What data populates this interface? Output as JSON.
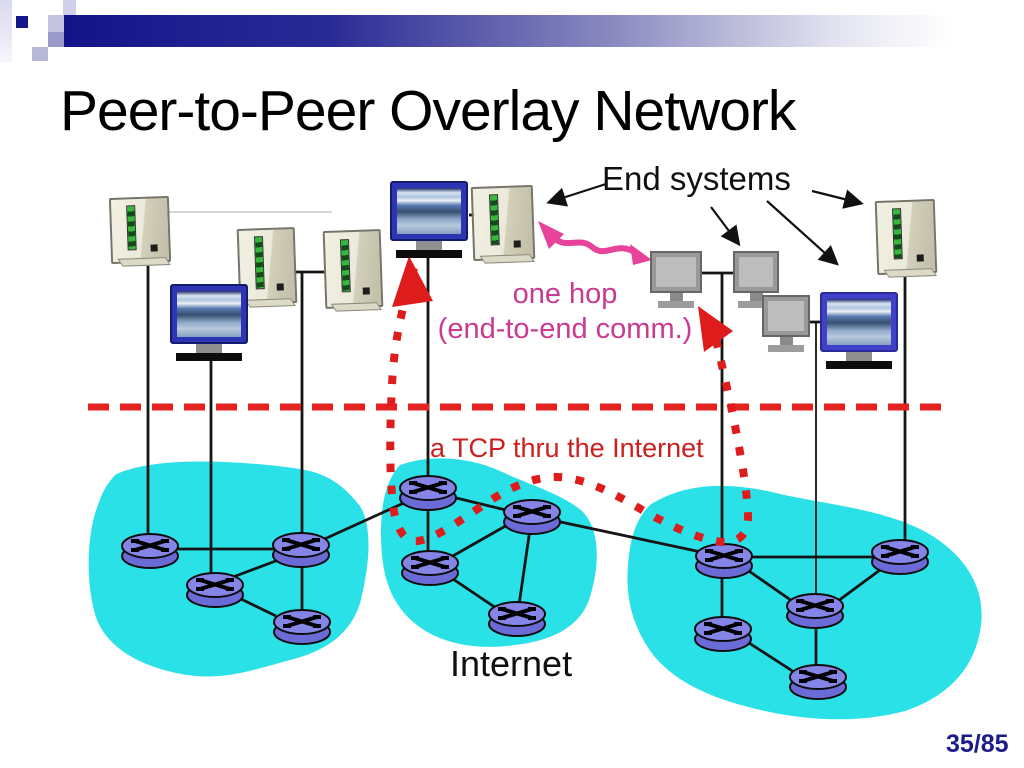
{
  "slide": {
    "title": "Peer-to-Peer Overlay Network",
    "page_number": "35/85"
  },
  "annotations": {
    "end_systems_label": "End systems",
    "one_hop_line1": "one hop",
    "one_hop_line2": "(end-to-end comm.)",
    "tcp_label": "a TCP thru the Internet",
    "internet_label": "Internet"
  },
  "colors": {
    "network_cloud_cyan": "#2AE1E7",
    "router_body_purple": "#6B6BD8",
    "router_top_purple": "#8585E8",
    "overlay_path_red": "#DE1C1C",
    "divider_dash_red": "#E32222",
    "one_hop_pink": "#C93B90",
    "tcp_text_red": "#CC2020",
    "title_bar_navy": "#16168C",
    "page_number_navy": "#1B1B8A"
  },
  "diagram": {
    "network_clouds": [
      {
        "id": "left-cloud",
        "router_count": 4
      },
      {
        "id": "middle-cloud",
        "router_count": 4
      },
      {
        "id": "right-cloud",
        "router_count": 5
      }
    ],
    "end_system_devices": {
      "tower_servers": 5,
      "blue_workstation_monitors": 3,
      "gray_desktop_monitors": 3
    },
    "overlay_links": [
      {
        "id": "one-hop-wave",
        "style": "pink-squiggle-double-arrow"
      },
      {
        "id": "tcp-through-internet",
        "style": "red-dotted-double-arrow"
      }
    ]
  }
}
